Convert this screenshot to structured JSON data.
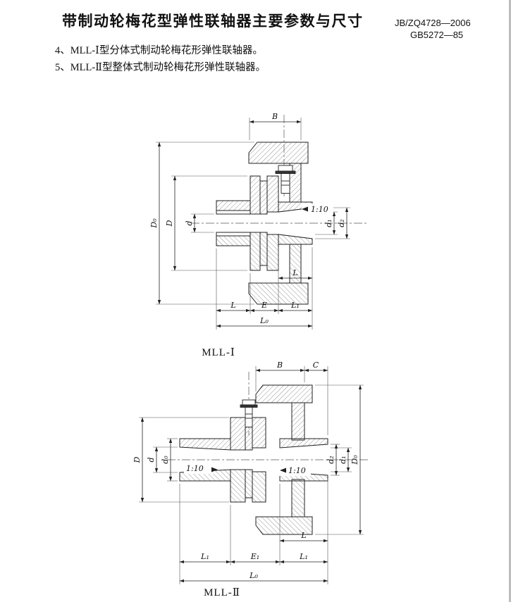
{
  "header": {
    "title": "带制动轮梅花型弹性联轴器主要参数与尺寸",
    "standard_line1": "JB/ZQ4728—2006",
    "standard_line2": "GB5272—85"
  },
  "notes": [
    "4、MLL-Ⅰ型分体式制动轮梅花形弹性联轴器。",
    "5、MLL-Ⅱ型整体式制动轮梅花形弹性联轴器。"
  ],
  "figure1": {
    "caption": "MLL-Ⅰ",
    "dims": {
      "B": "B",
      "D0": "D₀",
      "D": "D",
      "d": "d",
      "taper": "1:10",
      "d1": "d₁",
      "d2": "d₂",
      "L_right": "L",
      "L": "L",
      "E": "E",
      "L1": "L₁",
      "L0": "L₀"
    }
  },
  "figure2": {
    "caption": "MLL-Ⅱ",
    "dims": {
      "B": "B",
      "C": "C",
      "D": "D",
      "d": "d",
      "d0": "d₀",
      "taper_left": "1:10",
      "taper_right": "1:10",
      "d2": "d₂",
      "d1": "d₁",
      "D0": "D₀",
      "L": "L",
      "L1_left": "L₁",
      "E1": "E₁",
      "L1_right": "L₁",
      "L0": "L₀"
    }
  }
}
